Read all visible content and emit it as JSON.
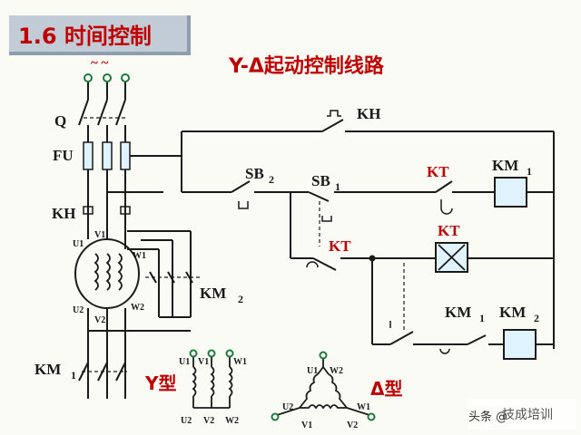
{
  "title": "1.6 时间控制",
  "subtitle": "Y-Δ起动控制线路",
  "supply": {
    "symbol": "~ ~"
  },
  "labels": {
    "q": "Q",
    "fu": "FU",
    "kh_left": "KH",
    "kh_top": "KH",
    "km2_left": "KM",
    "km2_left_sub": "2",
    "km1_bottom": "KM",
    "km1_bottom_sub": "1",
    "sb2": "SB",
    "sb2_sub": "2",
    "sb1": "SB",
    "sb1_sub": "1",
    "kt_top": "KT",
    "kt_mid": "KT",
    "kt_coil": "KT",
    "km1_coil": "KM",
    "km1_coil_sub": "1",
    "km1_contact": "KM",
    "km1_contact_sub": "1",
    "km2_coil": "KM",
    "km2_coil_sub": "2"
  },
  "motor": {
    "u1": "U1",
    "v1": "V1",
    "w1": "W1",
    "u2": "U2",
    "v2": "V2",
    "w2": "W2"
  },
  "star": {
    "label": "Y型",
    "top": [
      "U1",
      "V1",
      "W1"
    ],
    "bottom": [
      "U2",
      "V2",
      "W2"
    ]
  },
  "delta": {
    "label": "Δ型",
    "u1": "U1",
    "w2": "W2",
    "u2": "U2",
    "w1": "W1",
    "v1": "V1",
    "v2": "V2"
  },
  "watermark": {
    "text": "技成培训",
    "prefix": "头条 @"
  },
  "colors": {
    "title": "#c00000",
    "wire": "#1a1a1a",
    "green": "#1f7a3a",
    "red": "#c00000",
    "coil_fill": "#e0f4ff"
  }
}
